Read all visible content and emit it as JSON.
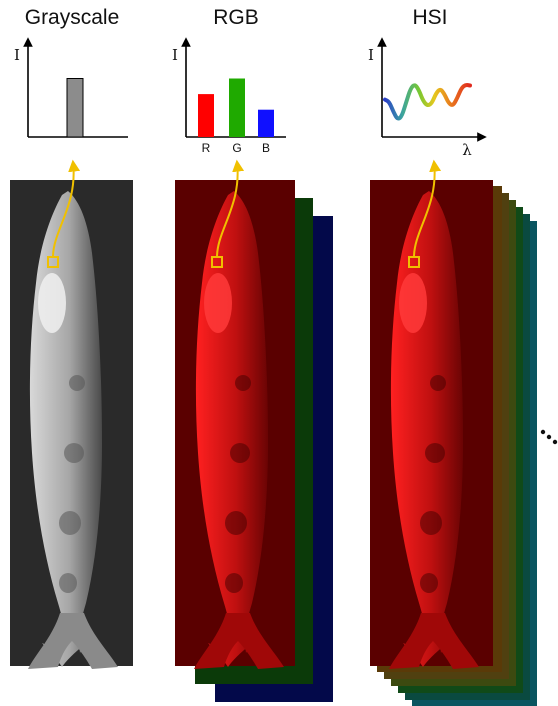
{
  "columns": [
    {
      "title": "Grayscale",
      "y_axis_label": "I"
    },
    {
      "title": "RGB",
      "y_axis_label": "I",
      "bar_labels": [
        "R",
        "G",
        "B"
      ]
    },
    {
      "title": "HSI",
      "y_axis_label": "I",
      "x_axis_label": "λ"
    }
  ],
  "chart_data": [
    {
      "type": "bar",
      "categories": [
        ""
      ],
      "values": [
        0.75
      ],
      "colors": [
        "#8c8c8c"
      ],
      "title": "Grayscale",
      "ylabel": "I",
      "ylim": [
        0,
        1
      ]
    },
    {
      "type": "bar",
      "categories": [
        "R",
        "G",
        "B"
      ],
      "values": [
        0.55,
        0.75,
        0.35
      ],
      "colors": [
        "#ff0000",
        "#1faa00",
        "#1010ff"
      ],
      "title": "RGB",
      "ylabel": "I",
      "ylim": [
        0,
        1
      ]
    },
    {
      "type": "line",
      "x": [
        0,
        0.05,
        0.1,
        0.15,
        0.2,
        0.25,
        0.3,
        0.35,
        0.4,
        0.45,
        0.5,
        0.55,
        0.6,
        0.65,
        0.7,
        0.75,
        0.8,
        0.85,
        0.9,
        0.95,
        1.0
      ],
      "y": [
        0.48,
        0.45,
        0.32,
        0.22,
        0.27,
        0.45,
        0.62,
        0.68,
        0.6,
        0.46,
        0.4,
        0.43,
        0.56,
        0.62,
        0.55,
        0.43,
        0.4,
        0.5,
        0.63,
        0.67,
        0.66
      ],
      "gradient": [
        "#2b3ec8",
        "#3aa3a0",
        "#78c832",
        "#e6c81e",
        "#e8781e",
        "#e02a1e"
      ],
      "title": "HSI",
      "xlabel": "λ",
      "ylabel": "I",
      "ylim": [
        0,
        1
      ]
    }
  ],
  "colors": {
    "arrow": "#f0c000",
    "roi_box": "#f0c000",
    "gray_background": "#2b2b2b",
    "fish_gray": "#bdbdbd",
    "red_background": "#5a0000",
    "fish_red": "#e01414",
    "rgb_layers": [
      "#0d3d0a",
      "#030a50"
    ],
    "hsi_layers": [
      "#5a3a08",
      "#504010",
      "#3c4a10",
      "#104a18",
      "#0a4a40",
      "#0a5560"
    ]
  }
}
